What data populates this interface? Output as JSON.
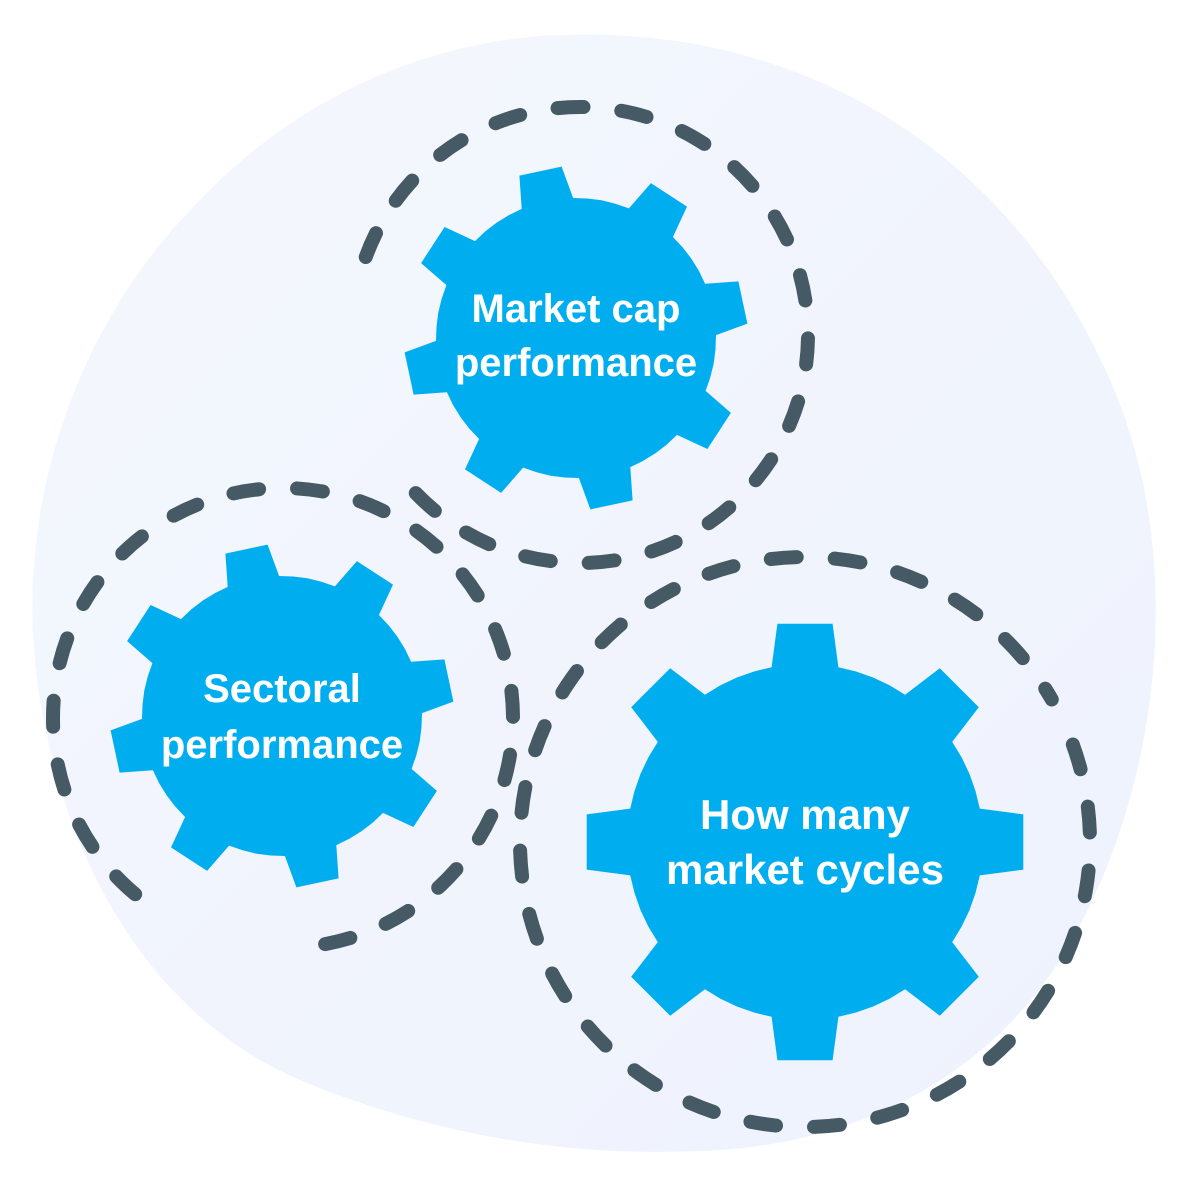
{
  "diagram": {
    "type": "interlocking-gears",
    "colors": {
      "background": "#ffffff",
      "blob": "#f1f5fd",
      "gear": "#00aeef",
      "dash": "#455a64",
      "label": "#ffffff"
    },
    "gears": [
      {
        "id": "market-cap",
        "lines": [
          "Market cap",
          "performance"
        ]
      },
      {
        "id": "sectoral",
        "lines": [
          "Sectoral",
          "performance"
        ]
      },
      {
        "id": "market-cycles",
        "lines": [
          "How many",
          "market cycles"
        ]
      }
    ]
  }
}
